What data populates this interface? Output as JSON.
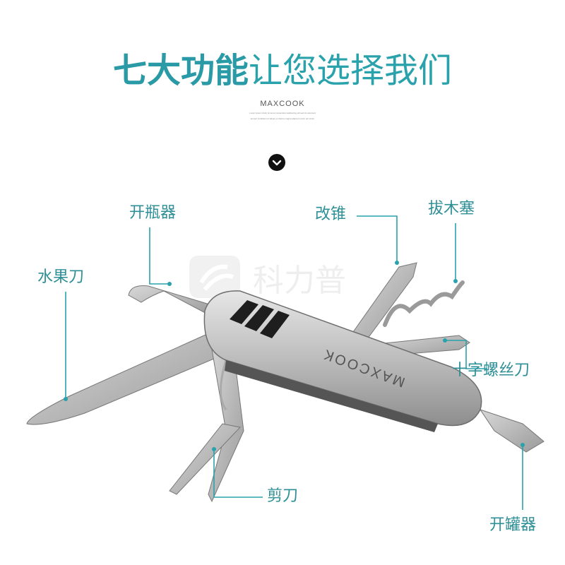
{
  "title": {
    "bold": "七大功能",
    "light": "让您选择我们"
  },
  "brand": "MAXCOOK",
  "tiny_text": [
    "Lorem ipsum dolor sit amet consectetur adipiscing elit sed do eiusmod",
    "tempor incididunt ut labore et dolore magna aliqua ut enim ad minim"
  ],
  "watermark": "科力普",
  "knife_brand": "MAXCOOK",
  "labels": {
    "bottle_opener": "开瓶器",
    "awl": "改锥",
    "corkscrew": "拔木塞",
    "fruit_knife": "水果刀",
    "screwdriver": "十字螺丝刀",
    "scissors": "剪刀",
    "can_opener": "开罐器"
  },
  "colors": {
    "accent": "#2a9aa6",
    "line": "#2aa2ac"
  }
}
